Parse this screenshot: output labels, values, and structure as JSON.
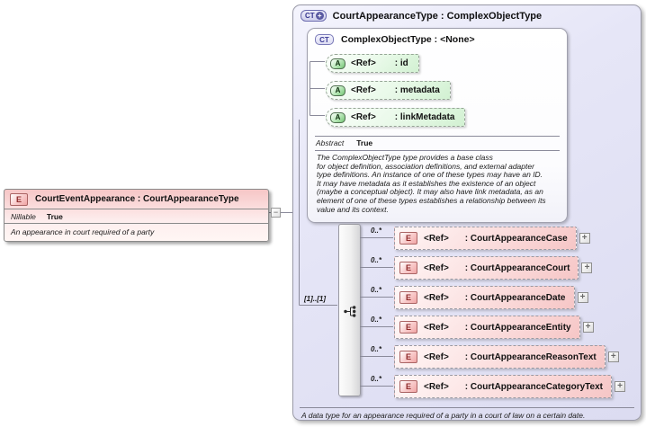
{
  "colors": {
    "line": "#8a8a9a",
    "type_box_bg": "#e2e2f4",
    "pink_light": "#fff7f7",
    "pink_deep": "#f6c6c6",
    "green_light": "#fbfffb",
    "green_deep": "#d2f1d2"
  },
  "left_element": {
    "icon": "E",
    "title": "CourtEventAppearance : CourtAppearanceType",
    "nillable_label": "Nillable",
    "nillable_value": "True",
    "description": "An appearance in court required of a party",
    "toggle": "−"
  },
  "type_box": {
    "icon": "CT",
    "icon_plus": "+",
    "title": "CourtAppearanceType : ComplexObjectType",
    "base": {
      "icon": "CT",
      "title": "ComplexObjectType : <None>",
      "attributes": [
        {
          "icon": "A",
          "ref": "<Ref>",
          "name": ": id"
        },
        {
          "icon": "A",
          "ref": "<Ref>",
          "name": ": metadata"
        },
        {
          "icon": "A",
          "ref": "<Ref>",
          "name": ": linkMetadata"
        }
      ],
      "abstract_label": "Abstract",
      "abstract_value": "True",
      "description": "The ComplexObjectType type provides a base class\nfor object definition, association definitions, and external adapter\ntype definitions. An instance of one of these types may have an ID.\nIt may have metadata as it establishes the existence of an object\n(maybe a conceptual object). It may also have link metadata, as an\nelement of one of these types establishes a relationship between its\nvalue and its context."
    },
    "sequence_cardinality": "[1]..[1]",
    "elements": [
      {
        "icon": "E",
        "cardinality": "0..*",
        "ref": "<Ref>",
        "name": ": CourtAppearanceCase",
        "expand": "+"
      },
      {
        "icon": "E",
        "cardinality": "0..*",
        "ref": "<Ref>",
        "name": ": CourtAppearanceCourt",
        "expand": "+"
      },
      {
        "icon": "E",
        "cardinality": "0..*",
        "ref": "<Ref>",
        "name": ": CourtAppearanceDate",
        "expand": "+"
      },
      {
        "icon": "E",
        "cardinality": "0..*",
        "ref": "<Ref>",
        "name": ": CourtAppearanceEntity",
        "expand": "+"
      },
      {
        "icon": "E",
        "cardinality": "0..*",
        "ref": "<Ref>",
        "name": ": CourtAppearanceReasonText",
        "expand": "+"
      },
      {
        "icon": "E",
        "cardinality": "0..*",
        "ref": "<Ref>",
        "name": ": CourtAppearanceCategoryText",
        "expand": "+"
      }
    ],
    "footer": "A data type for an appearance required of a party in a court of law on a certain date."
  }
}
